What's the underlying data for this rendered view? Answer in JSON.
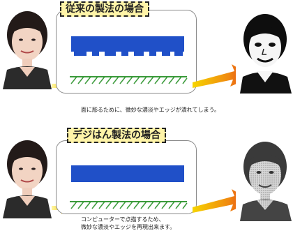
{
  "panels": [
    {
      "title": "従来の製法の場合",
      "caption_lines": [
        "面に彫るために、微妙な濃淡やエッジが潰れてしまう。"
      ],
      "comparison_face": "high-contrast-face"
    },
    {
      "title": "デジはん製法の場合",
      "caption_lines": [
        "コンピューターで点描するため、",
        "微妙な濃淡やエッジを再現出来ます。"
      ],
      "comparison_face": "grainy-face"
    }
  ],
  "colors": {
    "block_blue": "#2050c8",
    "base_green": "#3a9a3a",
    "title_bg": "#fff4a8",
    "arrow_yellow": "#f6d400",
    "arrow_red": "#e0301a"
  }
}
